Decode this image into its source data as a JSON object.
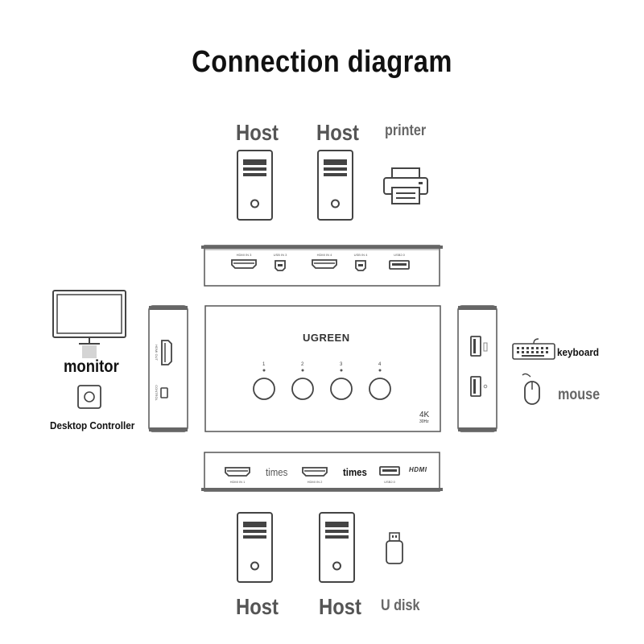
{
  "title": "Connection diagram",
  "hosts_top": [
    "Host",
    "Host"
  ],
  "hosts_bottom": [
    "Host",
    "Host"
  ],
  "printer_label": "printer",
  "monitor_label": "monitor",
  "desktop_controller_label": "Desktop Controller",
  "keyboard_label": "keyboard",
  "mouse_label": "mouse",
  "udisk_label": "U disk",
  "times_labels": [
    "times",
    "times"
  ],
  "device": {
    "brand": "UGREEN",
    "resolution": "4K",
    "refresh": "30Hz",
    "button_numbers": [
      "1",
      "2",
      "3",
      "4"
    ],
    "hdmi_logo": "HDMI"
  }
}
